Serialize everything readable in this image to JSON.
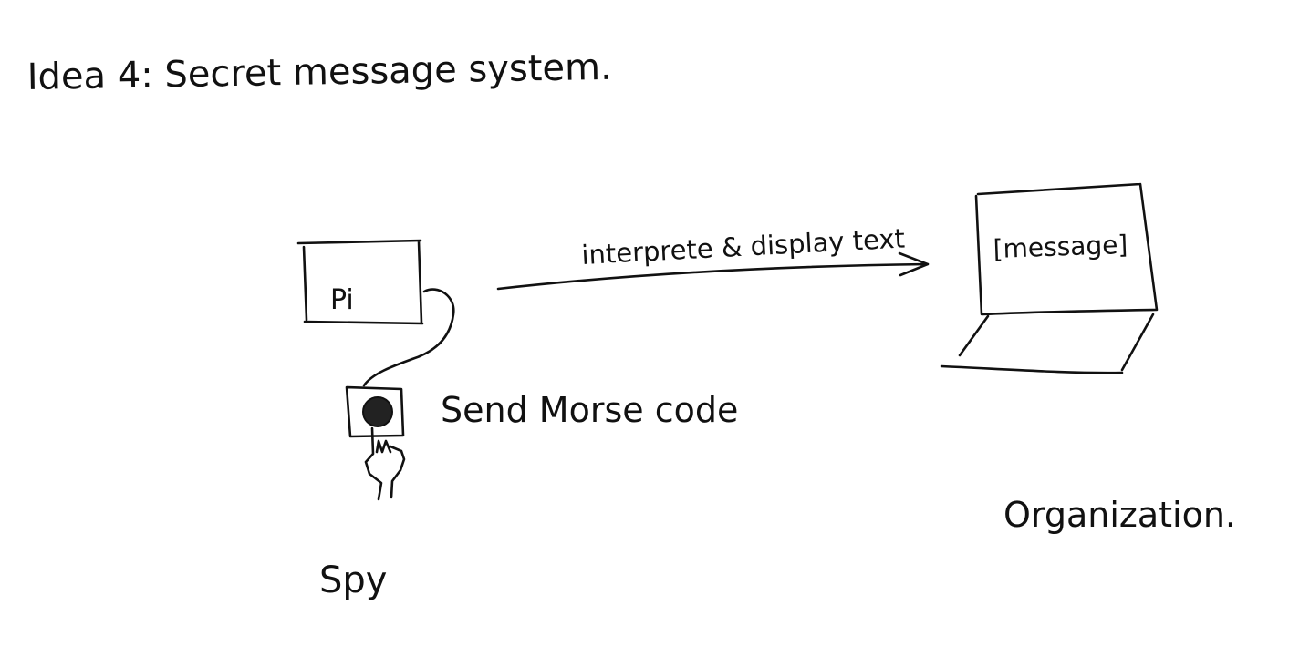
{
  "title": "Idea 4: Secret message system.",
  "pi_label": "Pi",
  "arrow_label": "interprete & display text",
  "morse_label": "Send Morse code",
  "screen_text": "[message]",
  "spy_label": "Spy",
  "organization_label": "Organization.",
  "ink_color": "#111111"
}
